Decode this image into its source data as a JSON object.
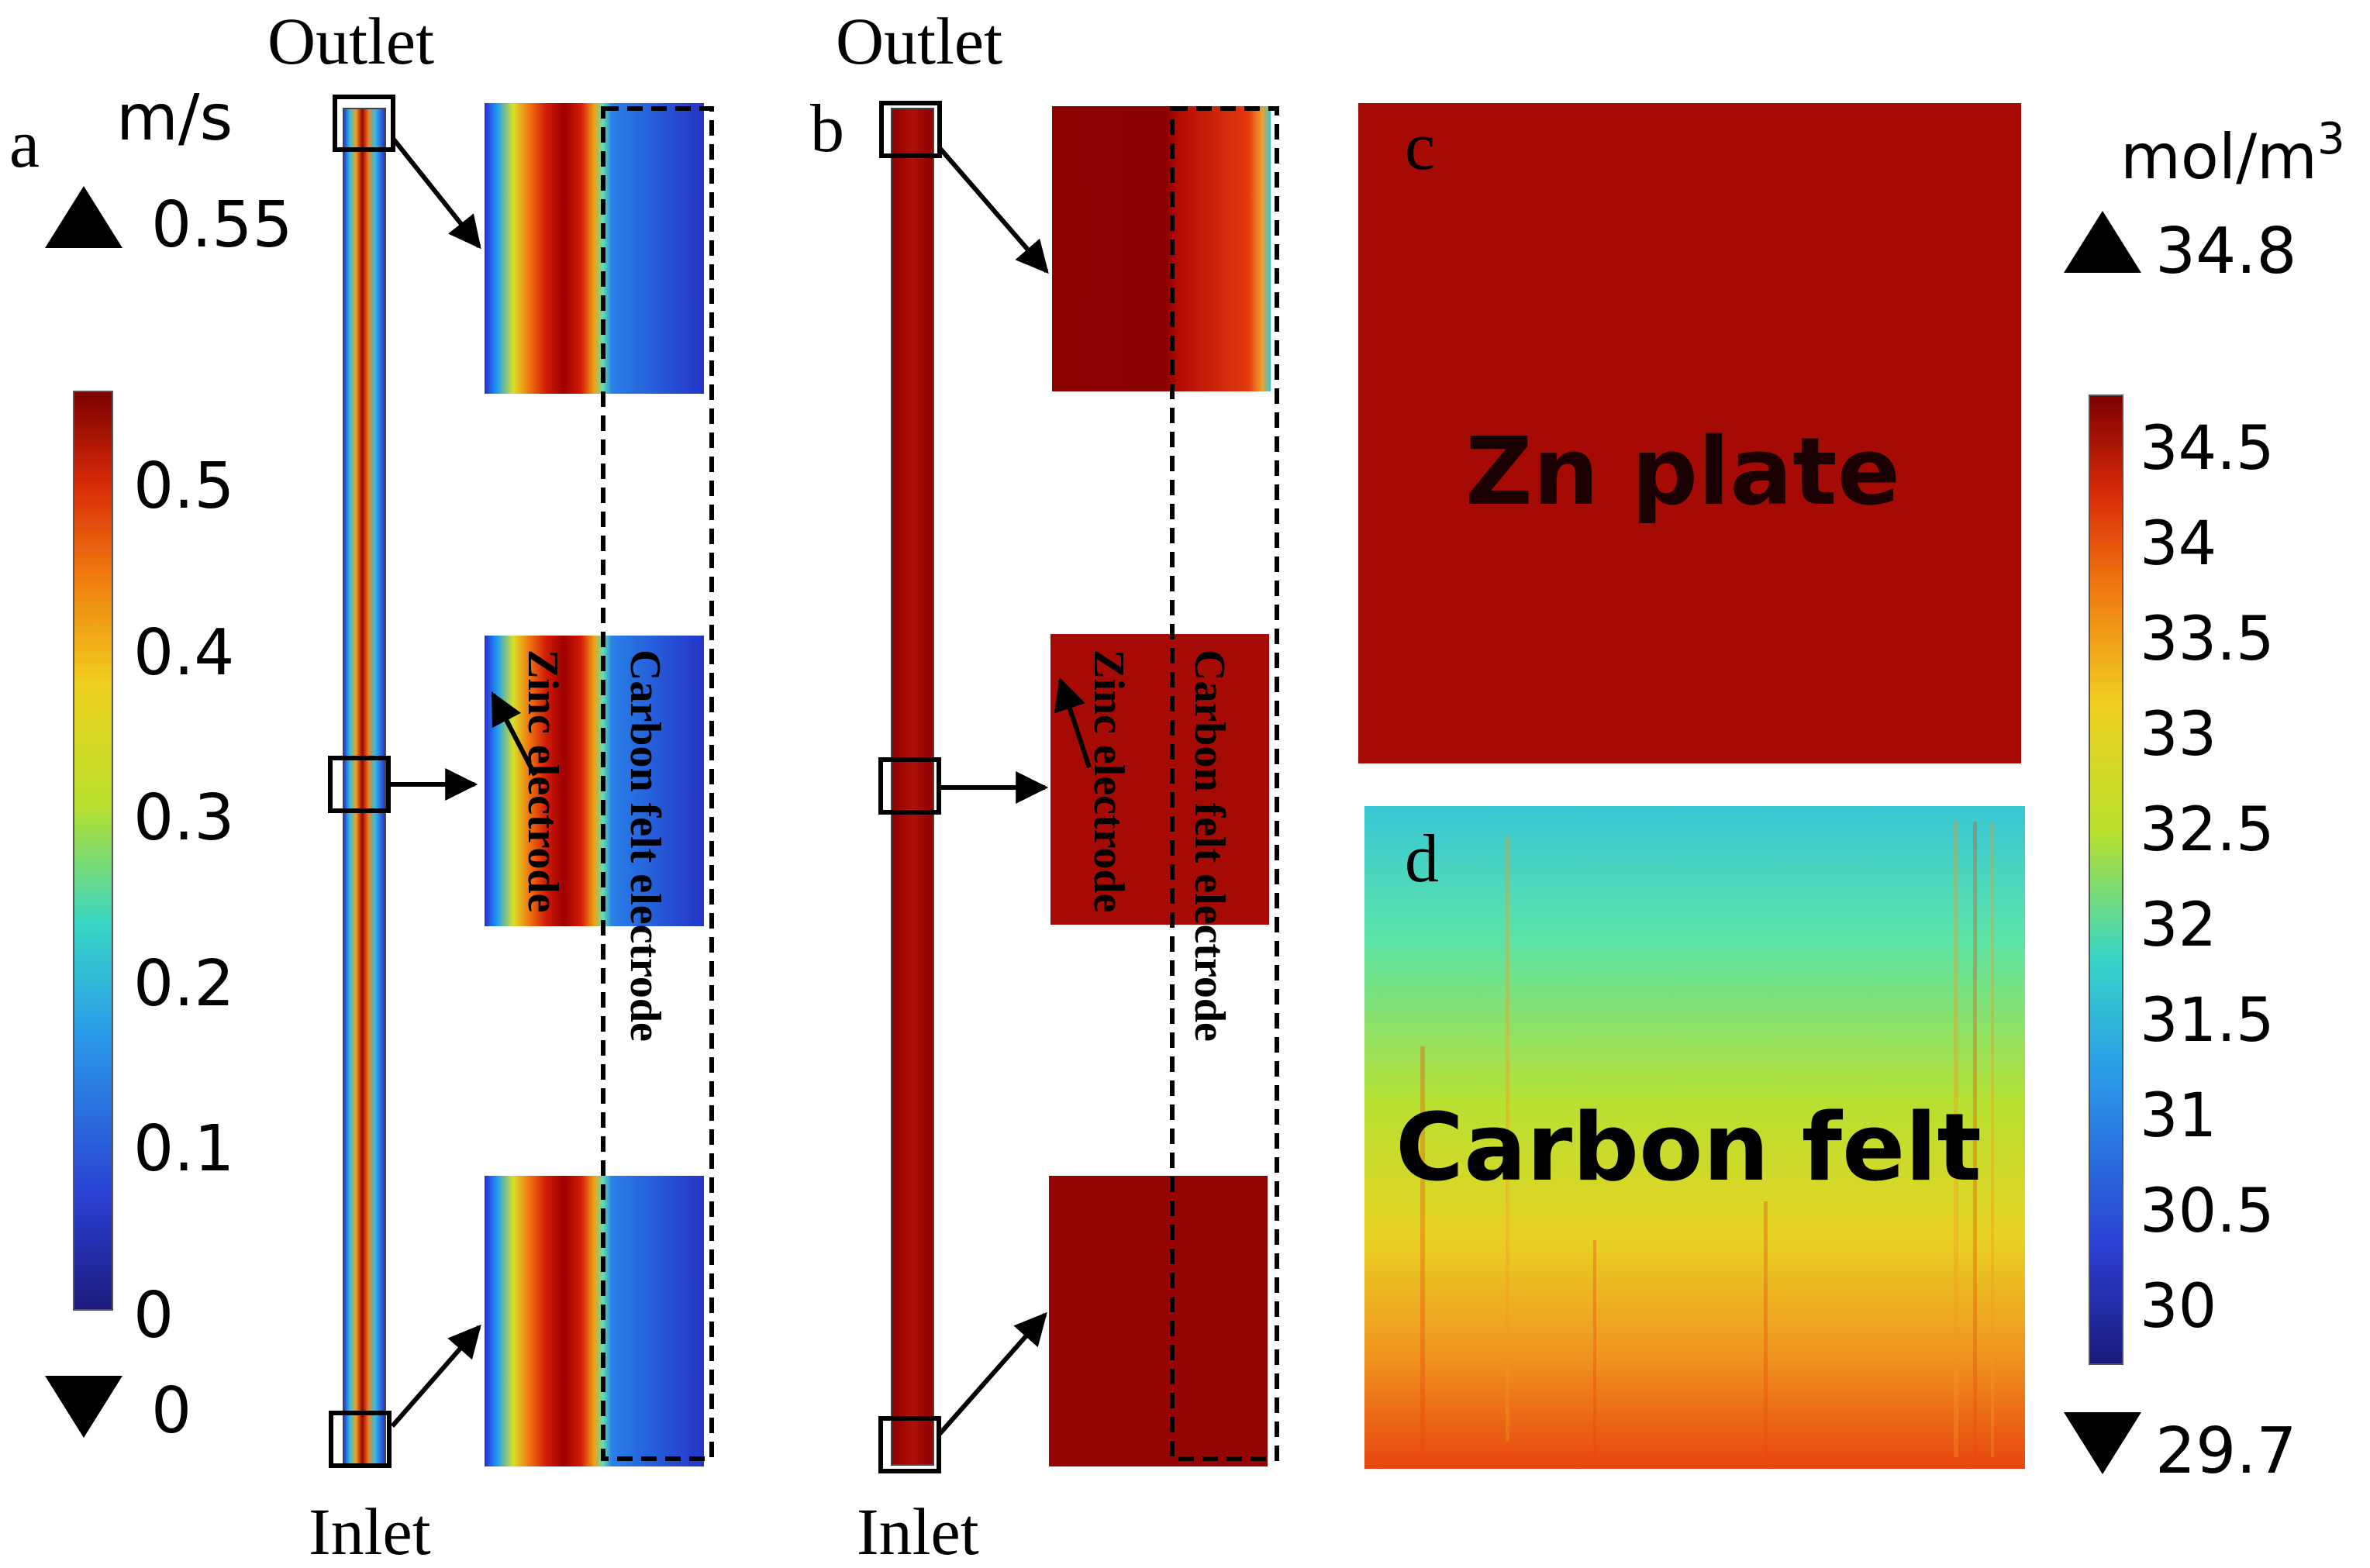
{
  "panels": {
    "a": {
      "letter": "a",
      "unit": "m/s",
      "max_label": "0.55",
      "min_label": "0",
      "colorbar_ticks": [
        "0.5",
        "0.4",
        "0.3",
        "0.2",
        "0.1",
        "0"
      ],
      "outlet": "Outlet",
      "inlet": "Inlet",
      "zinc_label": "Zinc electrode",
      "carbon_label": "Carbon felt electrode"
    },
    "b": {
      "letter": "b",
      "outlet": "Outlet",
      "inlet": "Inlet",
      "zinc_label": "Zinc electrode",
      "carbon_label": "Carbon felt electrode"
    },
    "c": {
      "letter": "c",
      "label": "Zn plate"
    },
    "d": {
      "letter": "d",
      "label": "Carbon felt"
    }
  },
  "concentration_scale": {
    "unit": "mol/m",
    "unit_superscript": "3",
    "max_label": "34.8",
    "min_label": "29.7",
    "colorbar_ticks": [
      "34.5",
      "34",
      "33.5",
      "33",
      "32.5",
      "32",
      "31.5",
      "31",
      "30.5",
      "30"
    ]
  },
  "colors": {
    "deep_red": "#a50a05",
    "dark_red": "#8c0000",
    "blue": "#2a3ed2",
    "cyan": "#38c6d6",
    "yellow": "#d8de28",
    "orange": "#e86a12"
  }
}
